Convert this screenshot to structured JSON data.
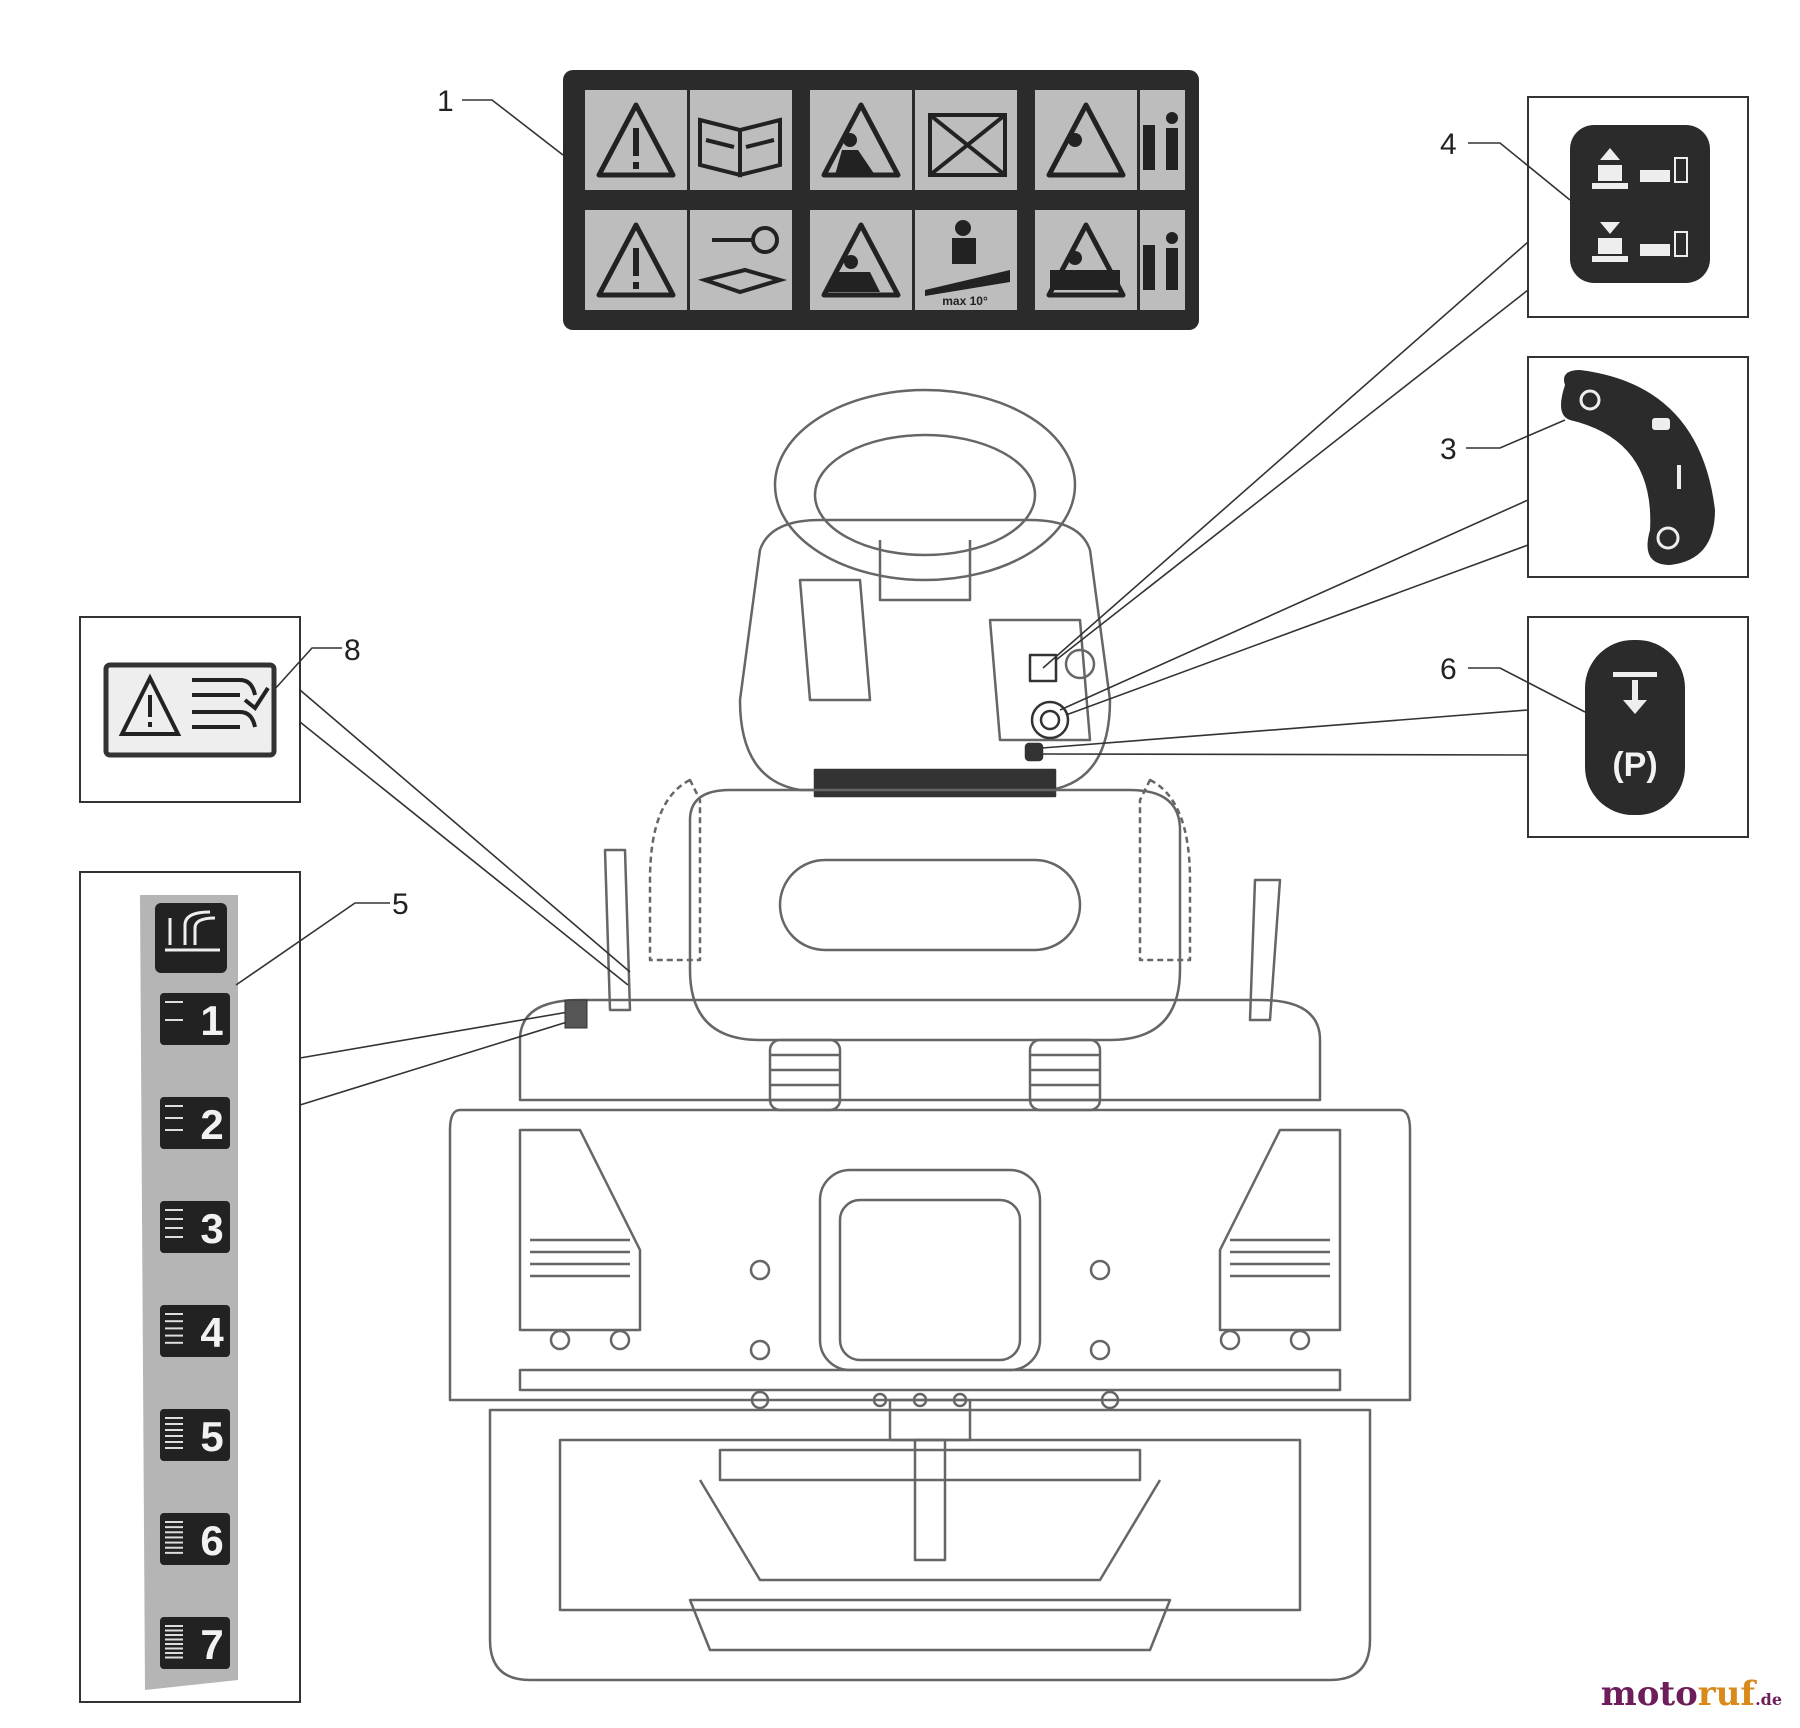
{
  "diagram": {
    "callouts": [
      {
        "id": "1",
        "text": "1"
      },
      {
        "id": "3",
        "text": "3"
      },
      {
        "id": "4",
        "text": "4"
      },
      {
        "id": "5",
        "text": "5"
      },
      {
        "id": "6",
        "text": "6"
      },
      {
        "id": "8",
        "text": "8"
      }
    ],
    "decal_1_labels": {
      "slope_limit": "max 10°"
    },
    "decal_5_labels": [
      "1",
      "2",
      "3",
      "4",
      "5",
      "6",
      "7"
    ],
    "decal_6_labels": {
      "park": "(P)"
    }
  },
  "watermark": {
    "main": "moto",
    "accent": "ruf",
    "tld": ".de"
  },
  "colors": {
    "line": "#333333",
    "panel": "#2b2b2b",
    "cell": "#bdbdbd",
    "strip": "#b5b5b5",
    "machine": "#555555"
  }
}
